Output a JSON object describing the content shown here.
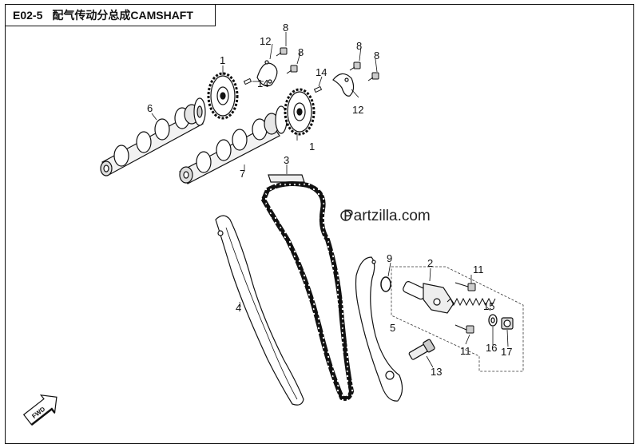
{
  "header": {
    "code": "E02-5",
    "name": "配气传动分总成CAMSHAFT"
  },
  "watermark": "Partzilla.com",
  "direction_tag": "FWD",
  "callouts": {
    "c1a": "1",
    "c1b": "1",
    "c2": "2",
    "c3": "3",
    "c4": "4",
    "c5": "5",
    "c6": "6",
    "c7": "7",
    "c8a": "8",
    "c8b": "8",
    "c8c": "8",
    "c8d": "8",
    "c9": "9",
    "c11a": "11",
    "c11b": "11",
    "c12a": "12",
    "c12b": "12",
    "c13": "13",
    "c14a": "14",
    "c14b": "14",
    "c15": "15",
    "c16": "16",
    "c17": "17"
  }
}
